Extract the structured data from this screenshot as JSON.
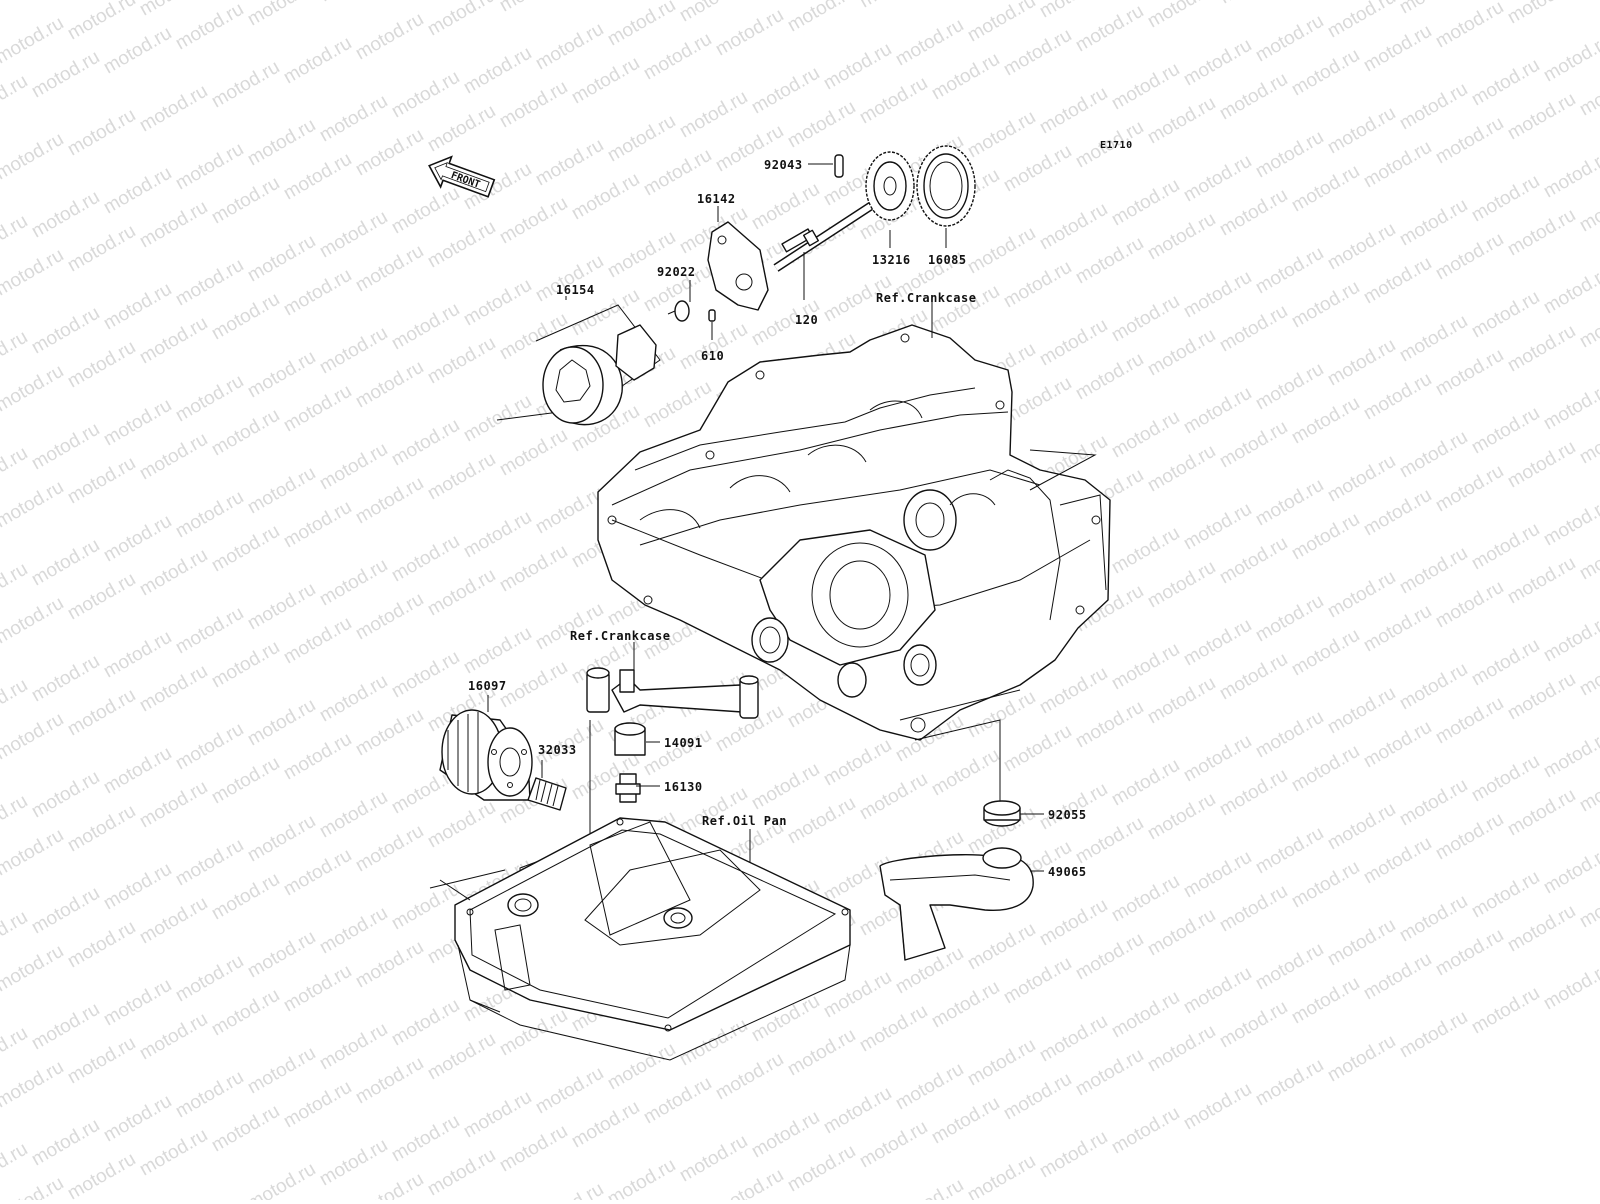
{
  "diagram": {
    "figure_code": "E1710",
    "front_arrow_label": "FRONT",
    "watermark_text": "motod.ru",
    "part_labels": {
      "p92043": "92043",
      "p16142": "16142",
      "p92022": "92022",
      "p16154": "16154",
      "p13216": "13216",
      "p16085": "16085",
      "p120": "120",
      "p610": "610",
      "p16097": "16097",
      "p32033": "32033",
      "p14091": "14091",
      "p16130": "16130",
      "p92055": "92055",
      "p49065": "49065"
    },
    "reference_labels": {
      "crankcase_upper": "Ref.Crankcase",
      "crankcase_lower": "Ref.Crankcase",
      "oil_pan": "Ref.Oil Pan"
    }
  }
}
